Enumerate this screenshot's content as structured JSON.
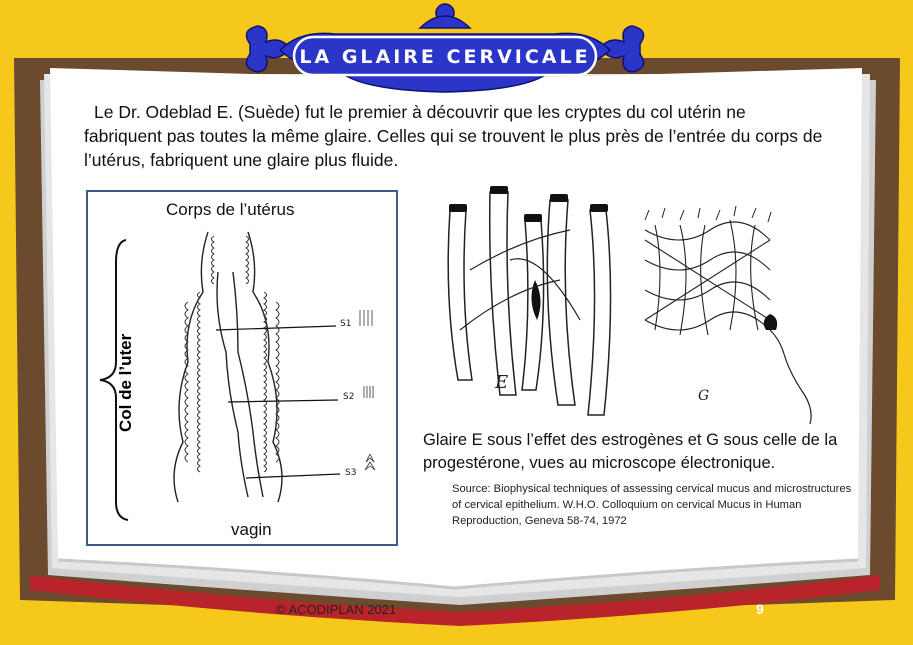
{
  "title": "LA GLAIRE CERVICALE",
  "intro": "Le Dr. Odeblad E. (Suède) fut le premier à découvrir que les cryptes du col utérin ne fabriquent pas toutes la même glaire. Celles qui se trouvent le plus près de l’entrée du corps de l’utérus, fabriquent une glaire plus fluide.",
  "diagram": {
    "top_label": "Corps de l’utérus",
    "bottom_label": "vagin",
    "side_label": "Col de l’uter",
    "markers": [
      "S1",
      "S2",
      "S3"
    ]
  },
  "micrograph": {
    "letter_e": "E",
    "letter_g": "G",
    "caption": "Glaire E sous l’effet des estrogènes et G sous celle de la progestérone, vues au microscope électronique.",
    "source": "Source: Biophysical techniques of assessing cervical mucus and microstructures of cervical epithelium. W.H.O. Colloquium on cervical Mucus in Human Reproduction, Geneva 58-74, 1972"
  },
  "footer": {
    "copyright": "© ACODIPLAN 2021",
    "page_number": "9"
  },
  "colors": {
    "background": "#f7c81c",
    "book_cover": "#6b4a2e",
    "book_edge": "#b8242a",
    "banner": "#2b36c8",
    "frame": "#3d5a86"
  }
}
